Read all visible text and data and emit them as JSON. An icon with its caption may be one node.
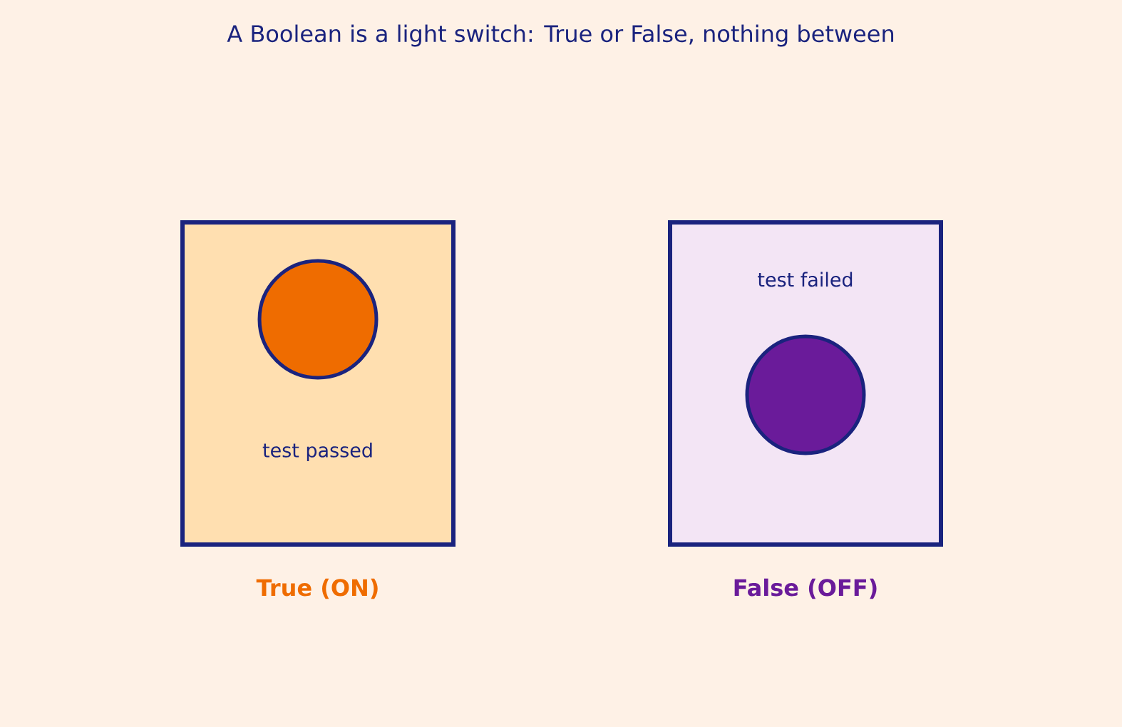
{
  "diagram": {
    "title": "A Boolean is a light switch: True or False, nothing between",
    "nodes": [
      {
        "text": [
          "test passed"
        ],
        "beside": [
          "True (ON)"
        ]
      },
      {
        "text": [
          "test failed"
        ],
        "beside": [
          "False (OFF)"
        ]
      }
    ]
  }
}
